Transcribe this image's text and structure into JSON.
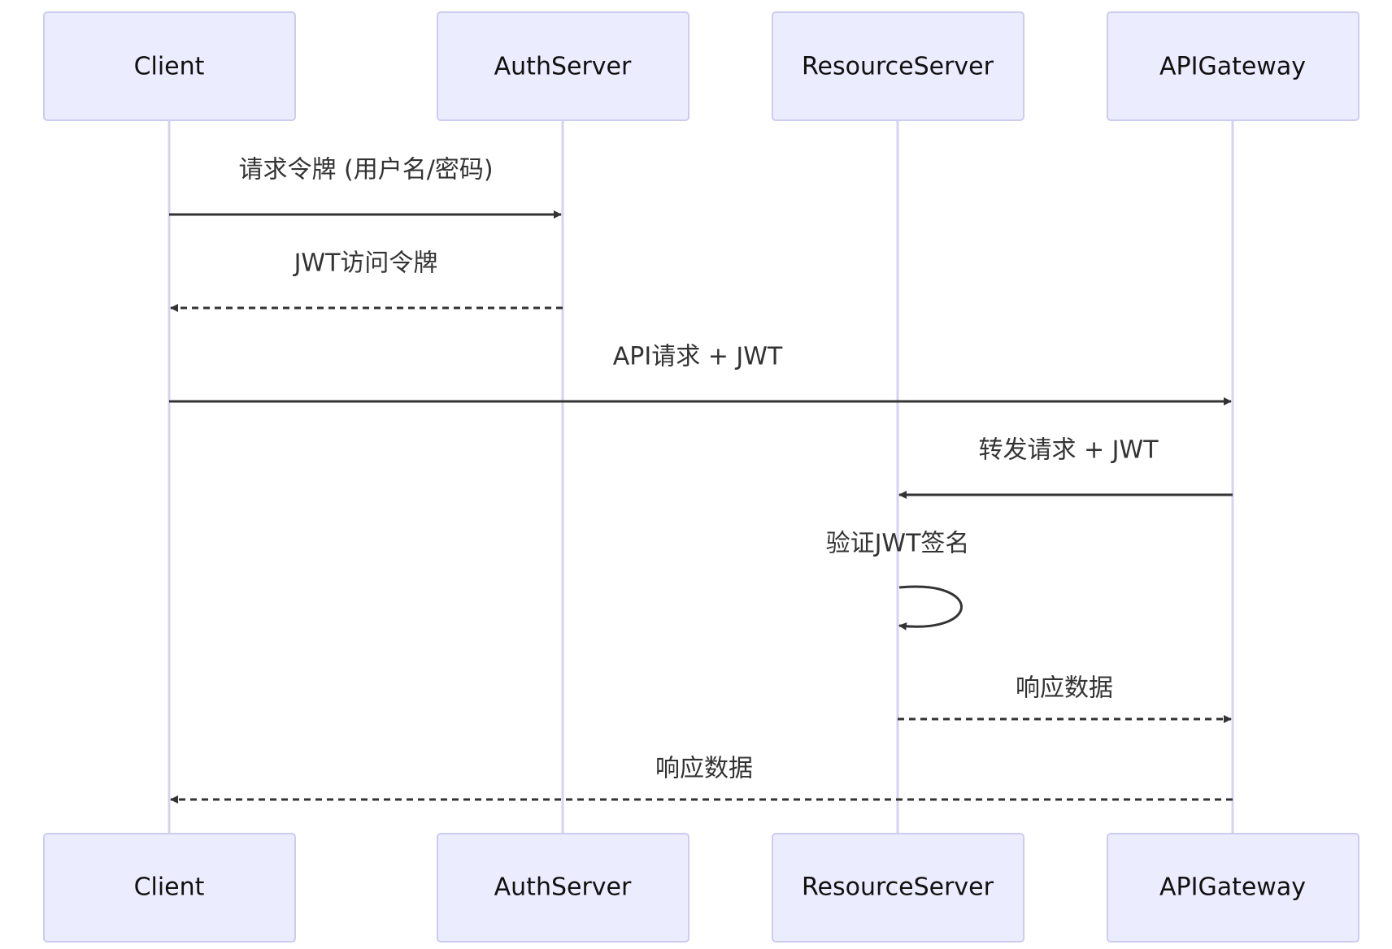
{
  "actors": [
    {
      "id": "client",
      "label": "Client"
    },
    {
      "id": "auth",
      "label": "AuthServer"
    },
    {
      "id": "resource",
      "label": "ResourceServer"
    },
    {
      "id": "gateway",
      "label": "APIGateway"
    }
  ],
  "messages": [
    {
      "from": "client",
      "to": "auth",
      "label": "请求令牌 (用户名/密码)",
      "style": "solid"
    },
    {
      "from": "auth",
      "to": "client",
      "label": "JWT访问令牌",
      "style": "dashed"
    },
    {
      "from": "client",
      "to": "gateway",
      "label": "API请求 + JWT",
      "style": "solid"
    },
    {
      "from": "gateway",
      "to": "resource",
      "label": "转发请求 + JWT",
      "style": "solid"
    },
    {
      "from": "resource",
      "to": "resource",
      "label": "验证JWT签名",
      "style": "solid"
    },
    {
      "from": "resource",
      "to": "gateway",
      "label": "响应数据",
      "style": "dashed"
    },
    {
      "from": "gateway",
      "to": "client",
      "label": "响应数据",
      "style": "dashed"
    }
  ],
  "colors": {
    "actor_fill": "#ECECFF",
    "actor_stroke": "#CCCCF0",
    "lifeline": "#D7D2F0",
    "line": "#333333"
  }
}
